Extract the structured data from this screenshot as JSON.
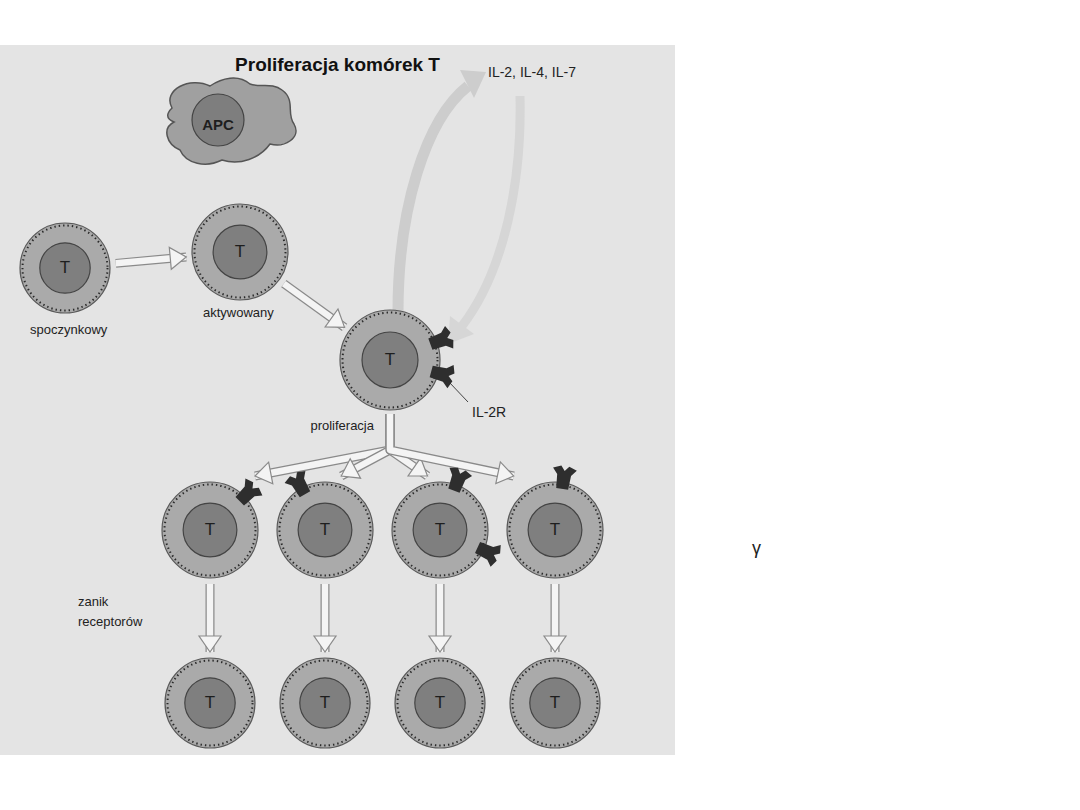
{
  "diagram": {
    "title": "Proliferacja komórek T",
    "nodes": [
      {
        "text": [
          "APC"
        ]
      },
      {
        "text": [
          "T"
        ]
      },
      {
        "text": [
          "T"
        ]
      },
      {
        "text": [
          "T"
        ]
      },
      {
        "text": [
          "T"
        ]
      },
      {
        "text": [
          "T"
        ]
      },
      {
        "text": [
          "T"
        ]
      },
      {
        "text": [
          "T"
        ]
      },
      {
        "text": [
          "T"
        ]
      },
      {
        "text": [
          "T"
        ]
      },
      {
        "text": [
          "T"
        ]
      },
      {
        "text": [
          "T"
        ]
      }
    ],
    "edges": [
      {
        "from": 1,
        "to": 2,
        "arrow": "to"
      },
      {
        "from": 2,
        "to": 3,
        "arrow": "to"
      },
      {
        "from": 3,
        "to": 4,
        "arrow": "to",
        "label": "proliferacja"
      },
      {
        "from": 3,
        "to": 5,
        "arrow": "to"
      },
      {
        "from": 3,
        "to": 6,
        "arrow": "to"
      },
      {
        "from": 3,
        "to": 7,
        "arrow": "to"
      },
      {
        "from": 4,
        "to": 8,
        "arrow": "to"
      },
      {
        "from": 5,
        "to": 9,
        "arrow": "to"
      },
      {
        "from": 6,
        "to": 10,
        "arrow": "to"
      },
      {
        "from": 7,
        "to": 11,
        "arrow": "to"
      }
    ],
    "labels": [
      "spoczynkowy",
      "aktywowany",
      "IL-2, IL-4, IL-7",
      "IL-2R",
      "zanik receptorów",
      "γ"
    ]
  }
}
